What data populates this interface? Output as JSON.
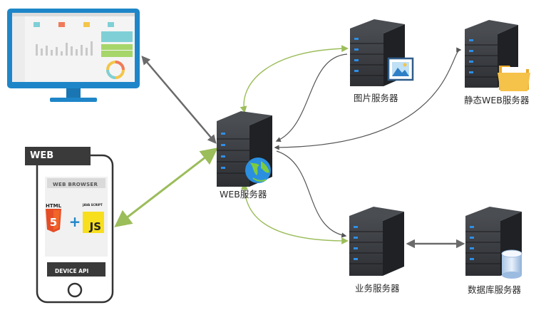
{
  "nodes": {
    "web_server": "WEB服务器",
    "image_server": "图片服务器",
    "static_server": "静态WEB服务器",
    "business_server": "业务服务器",
    "database_server": "数据库服务器"
  },
  "phone": {
    "tag": "WEB",
    "browser_title": "WEB BROWSER",
    "html_label": "HTML",
    "js_label": "JAVA SCRIPT",
    "js_badge": "JS",
    "device_api": "DEVICE API"
  },
  "colors": {
    "server_body": "#2d2f33",
    "server_led": "#2f8ee6",
    "green_arrow": "#9bbd5a",
    "gray_arrow": "#6a6a6a",
    "monitor_blue": "#1e86c8"
  }
}
